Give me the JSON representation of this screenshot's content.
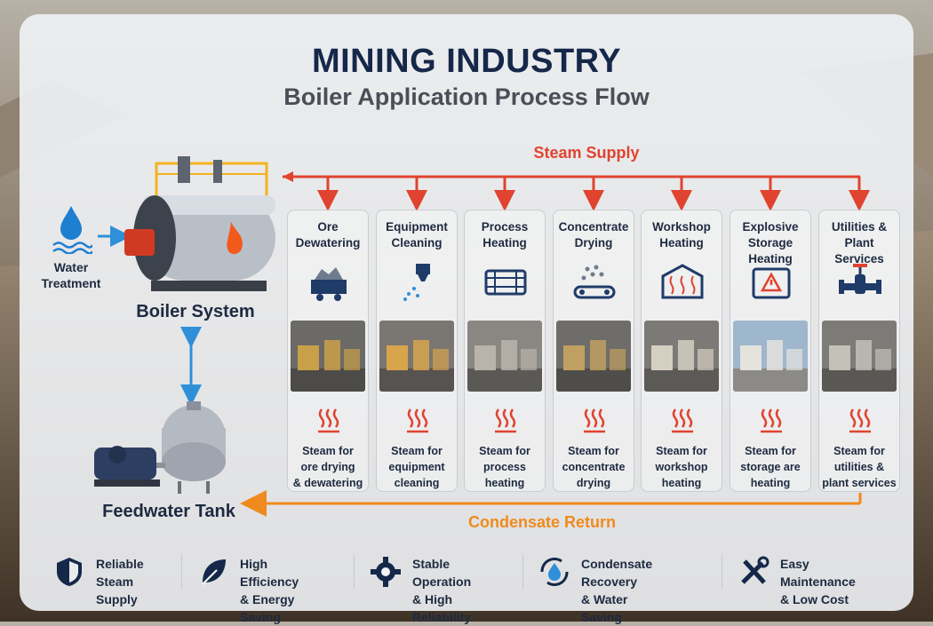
{
  "header": {
    "title": "MINING INDUSTRY",
    "subtitle": "Boiler Application Process Flow"
  },
  "flow": {
    "steam_supply": "Steam Supply",
    "condensate_return": "Condensate Return"
  },
  "left": {
    "water_treatment": "Water\nTreatment",
    "boiler": "Boiler System",
    "feedwater": "Feedwater Tank"
  },
  "applications": [
    {
      "title": "Ore\nDewatering",
      "icon": "ore-cart-icon",
      "desc": "Steam for\nore drying\n& dewatering"
    },
    {
      "title": "Equipment\nCleaning",
      "icon": "spray-nozzle-icon",
      "desc": "Steam for\nequipment\ncleaning"
    },
    {
      "title": "Process\nHeating",
      "icon": "heat-exchanger-icon",
      "desc": "Steam for\nprocess\nheating"
    },
    {
      "title": "Concentrate\nDrying",
      "icon": "conveyor-icon",
      "desc": "Steam for\nconcentrate\ndrying"
    },
    {
      "title": "Workshop\nHeating",
      "icon": "workshop-icon",
      "desc": "Steam for\nworkshop\nheating"
    },
    {
      "title": "Explosive\nStorage\nHeating",
      "icon": "explosive-storage-icon",
      "desc": "Steam for\nstorage are\nheating"
    },
    {
      "title": "Utilities &\nPlant Services",
      "icon": "valve-icon",
      "desc": "Steam for\nutilities &\nplant services"
    }
  ],
  "features": [
    {
      "icon": "shield-icon",
      "text": "Reliable Steam\nSupply"
    },
    {
      "icon": "leaf-icon",
      "text": "High Efficiency\n& Energy Saving"
    },
    {
      "icon": "gear-icon",
      "text": "Stable Operation\n& High Reliability"
    },
    {
      "icon": "recycle-drop-icon",
      "text": "Condensate Recovery\n& Water Saving"
    },
    {
      "icon": "tools-icon",
      "text": "Easy Maintenance\n& Low Cost"
    }
  ],
  "colors": {
    "navy": "#15284a",
    "steam_red": "#e0432f",
    "condensate_orange": "#f08a1e",
    "link_blue": "#2f8fd8"
  }
}
